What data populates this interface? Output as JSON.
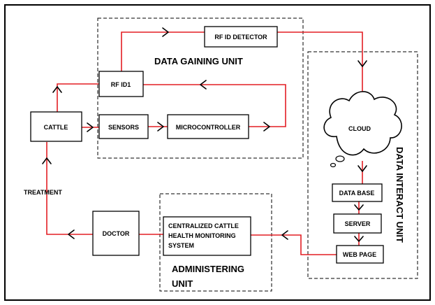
{
  "units": {
    "data_gaining": "DATA GAINING UNIT",
    "data_interact": "DATA INTERACT UNIT",
    "administering_line1": "ADMINISTERING",
    "administering_line2": "UNIT"
  },
  "blocks": {
    "rfid_detector": "RF ID DETECTOR",
    "rfid1": "RF ID1",
    "cattle": "CATTLE",
    "sensors": "SENSORS",
    "microcontroller": "MICROCONTROLLER",
    "cloud": "CLOUD",
    "database": "DATA BASE",
    "server": "SERVER",
    "webpage": "WEB PAGE",
    "doctor": "DOCTOR",
    "monitoring_line1": "CENTRALIZED CATTLE",
    "monitoring_line2": "HEALTH MONITORING",
    "monitoring_line3": "SYSTEM"
  },
  "labels": {
    "treatment": "TREATMENT"
  },
  "colors": {
    "connector": "#e31e24",
    "outline": "#000000"
  }
}
